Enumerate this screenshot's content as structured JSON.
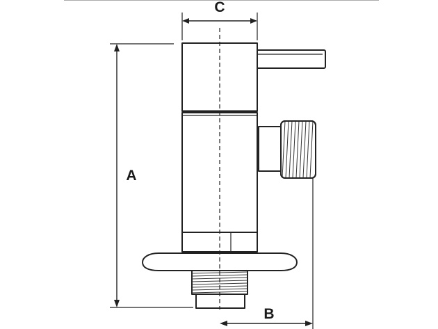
{
  "drawing": {
    "dimension_labels": {
      "a": "A",
      "b": "B",
      "c": "C"
    },
    "colors": {
      "line": "#222222",
      "background": "#ffffff"
    }
  }
}
